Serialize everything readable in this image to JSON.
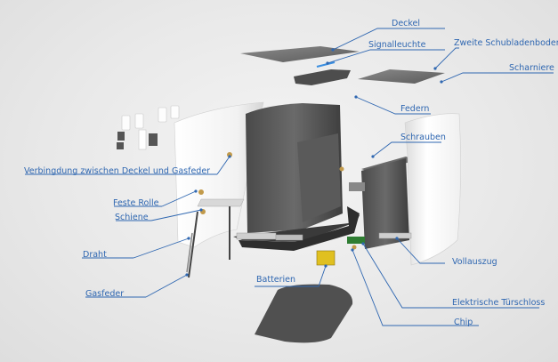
{
  "labels": {
    "deckel": "Deckel",
    "signalleuchte": "Signalleuchte",
    "zweite_schubladenboden": "Zweite Schubladenboden",
    "scharniere": "Scharniere",
    "federn": "Federn",
    "schrauben": "Schrauben",
    "verbindung": "Verbingdung zwischen Deckel und Gasfeder",
    "feste_rolle": "Feste Rolle",
    "schiene": "Schiene",
    "draht": "Draht",
    "gasfeder": "Gasfeder",
    "batterien": "Batterien",
    "vollauszug": "Vollauszug",
    "tuerschloss": "Elektrische Türschloss",
    "chip": "Chip"
  },
  "colors": {
    "label": "#2f67b1",
    "leader": "#2f67b1",
    "dark_part": "#555555",
    "white_part": "#ffffff"
  }
}
